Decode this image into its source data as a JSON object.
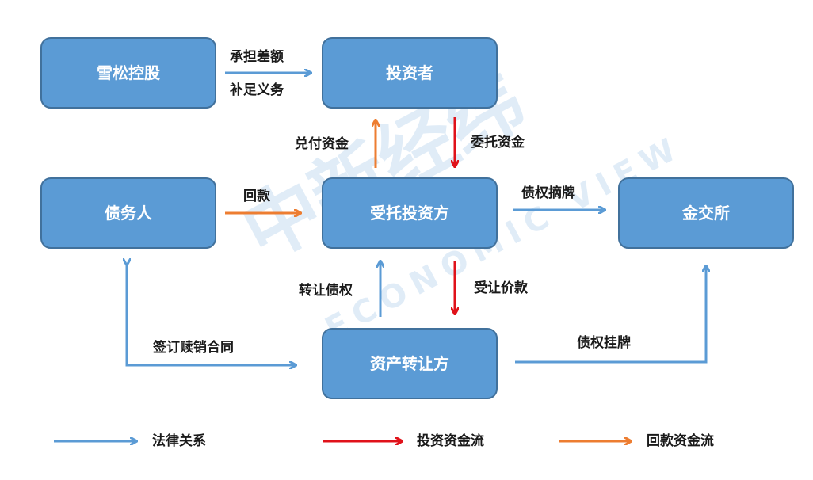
{
  "colors": {
    "node_fill": "#5b9bd5",
    "node_stroke": "#41719c",
    "legal": "#5b9bd5",
    "invest": "#e0121a",
    "repay": "#ed7d31"
  },
  "nodes": {
    "xuesong": "雪松控股",
    "investor": "投资者",
    "debtor": "债务人",
    "trustee": "受托投资方",
    "exchange": "金交所",
    "transferor": "资产转让方"
  },
  "edges": {
    "chengdan_1": "承担差额",
    "chengdan_2": "补足义务",
    "duifu": "兑付资金",
    "weituo": "委托资金",
    "huikuan": "回款",
    "zhaipai": "债权摘牌",
    "zhuanrang": "转让债权",
    "shourang": "受让价款",
    "qianding": "签订赎销合同",
    "guapai": "债权挂牌"
  },
  "legend": {
    "legal": "法律关系",
    "invest": "投资资金流",
    "repay": "回款资金流"
  },
  "watermark": {
    "logo_text": "中新经纬",
    "logo_en": "ECONOMIC VIEW"
  }
}
